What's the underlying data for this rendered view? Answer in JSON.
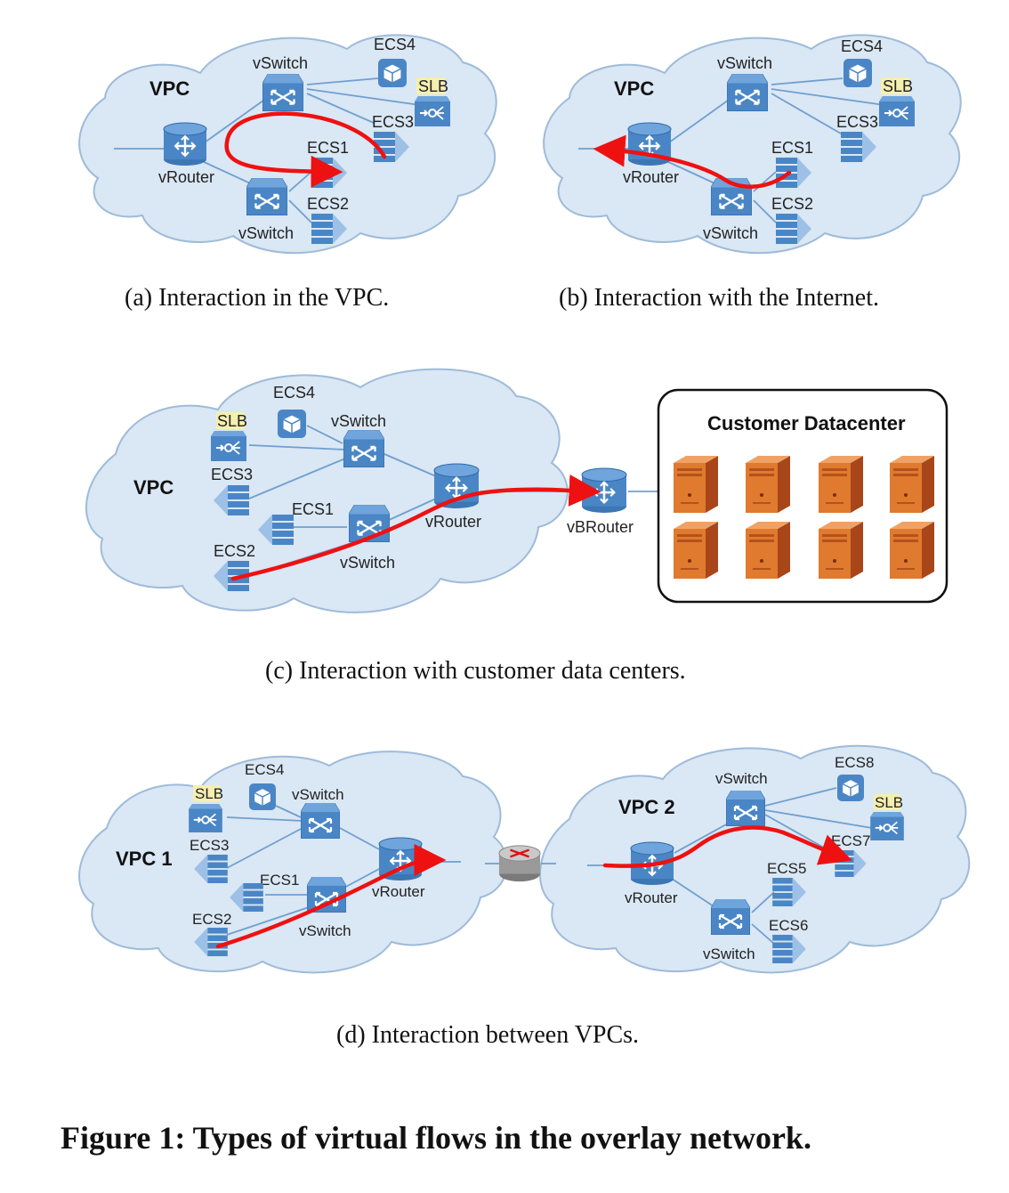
{
  "panel_a": {
    "vpc": "VPC",
    "vswitch_top": "vSwitch",
    "vswitch_bottom": "vSwitch",
    "vrouter": "vRouter",
    "ecs1": "ECS1",
    "ecs2": "ECS2",
    "ecs3": "ECS3",
    "ecs4": "ECS4",
    "slb": "SLB",
    "caption": "(a)  Interaction in the VPC."
  },
  "panel_b": {
    "vpc": "VPC",
    "vswitch_top": "vSwitch",
    "vswitch_bottom": "vSwitch",
    "vrouter": "vRouter",
    "ecs1": "ECS1",
    "ecs2": "ECS2",
    "ecs3": "ECS3",
    "ecs4": "ECS4",
    "slb": "SLB",
    "caption": "(b)  Interaction with the Internet."
  },
  "panel_c": {
    "vpc": "VPC",
    "slb": "SLB",
    "ecs1": "ECS1",
    "ecs2": "ECS2",
    "ecs3": "ECS3",
    "ecs4": "ECS4",
    "vswitch_top": "vSwitch",
    "vswitch_bottom": "vSwitch",
    "vrouter": "vRouter",
    "vbrouter": "vBRouter",
    "datacenter": "Customer Datacenter",
    "caption": "(c)  Interaction with customer data centers."
  },
  "panel_d": {
    "vpc1": "VPC 1",
    "vpc2": "VPC 2",
    "slb_left": "SLB",
    "ecs1": "ECS1",
    "ecs2": "ECS2",
    "ecs3": "ECS3",
    "ecs4": "ECS4",
    "vswitch_left_top": "vSwitch",
    "vswitch_left_bottom": "vSwitch",
    "vrouter_left": "vRouter",
    "vswitch_right_top": "vSwitch",
    "vswitch_right_bottom": "vSwitch",
    "vrouter_right": "vRouter",
    "ecs5": "ECS5",
    "ecs6": "ECS6",
    "ecs7": "ECS7",
    "ecs8": "ECS8",
    "slb_right": "SLB",
    "caption": "(d)  Interaction between VPCs."
  },
  "figure_caption": "Figure 1: Types of virtual flows in the overlay network.",
  "colors": {
    "cloud_fill": "#dae7f4",
    "device_blue": "#4a86c5",
    "flow_red": "#ee1111",
    "server_orange": "#d9631c",
    "slb_highlight": "#f5efb0"
  }
}
